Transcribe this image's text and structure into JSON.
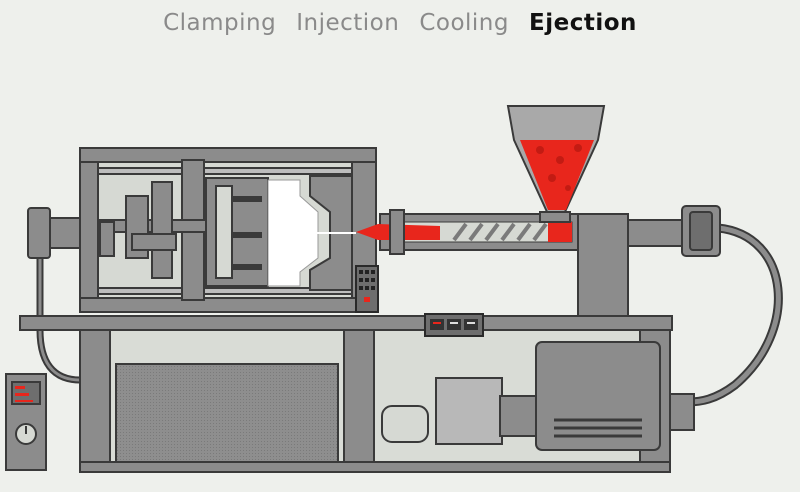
{
  "stages": [
    {
      "label": "Clamping",
      "active": false
    },
    {
      "label": "Injection",
      "active": false
    },
    {
      "label": "Cooling",
      "active": false
    },
    {
      "label": "Ejection",
      "active": true
    }
  ],
  "colors": {
    "background": "#eef0ec",
    "machine_gray": "#8c8c8c",
    "dark_gray": "#6e6e6e",
    "outline": "#3a3a3a",
    "plastic_red": "#e8261c",
    "hopper_gray": "#a9a9a9",
    "inactive_text": "#8a8a8a",
    "active_text": "#111111"
  },
  "icons": [
    "hopper-icon",
    "screw-icon",
    "motor-icon",
    "hydraulic-hose-icon",
    "control-panel-icon"
  ]
}
